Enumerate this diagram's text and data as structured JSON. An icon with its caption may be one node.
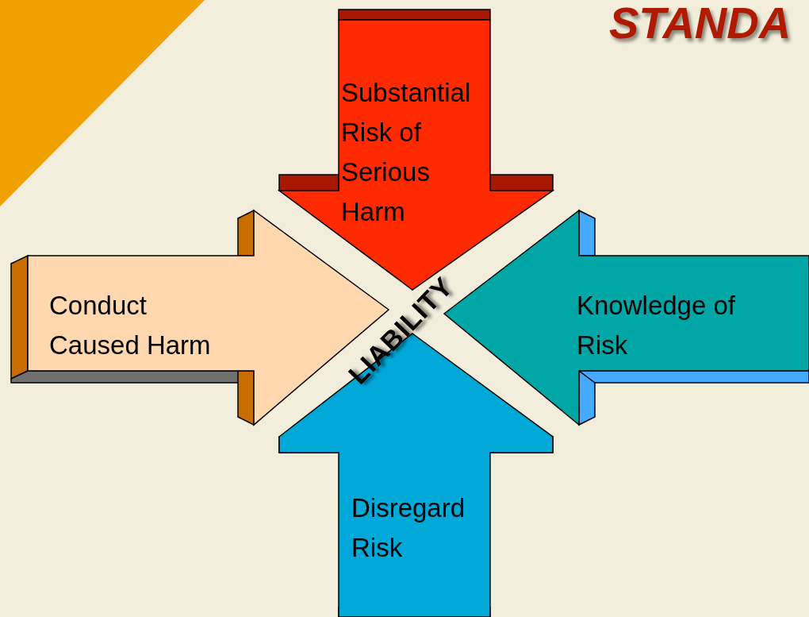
{
  "diagram": {
    "nodes": [
      {
        "text": [
          "Substantial Risk of Serious Harm"
        ]
      },
      {
        "text": [
          "Conduct Caused Harm"
        ]
      },
      {
        "text": [
          "Knowledge of Risk"
        ]
      },
      {
        "text": [
          "Disregard Risk"
        ]
      }
    ],
    "labels": [
      "STANDA",
      "LIABILITY"
    ]
  }
}
